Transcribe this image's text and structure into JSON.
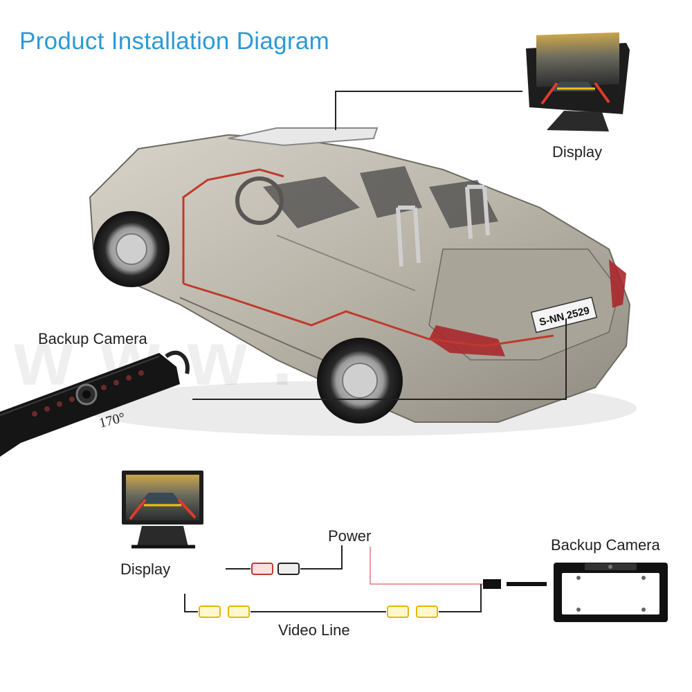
{
  "header": {
    "title": "Product Installation Diagram"
  },
  "top_diagram": {
    "display_label": "Display",
    "camera_label": "Backup Camera",
    "angle_label": "170°",
    "license_plate": "S-NN 2529",
    "watermark": "www.w..."
  },
  "wiring_diagram": {
    "display_label": "Display",
    "power_label": "Power",
    "camera_label": "Backup Camera",
    "video_label": "Video Line"
  },
  "colors": {
    "title": "#2a9ad6",
    "wire_red": "#c0392b",
    "connector_yellow": "#f1c40f",
    "car_body": "#b9b4a8"
  }
}
